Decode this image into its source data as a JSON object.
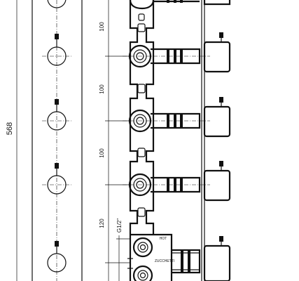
{
  "dimensions": {
    "overall_height": "568",
    "spacing_top": "100",
    "spacing_mid1": "100",
    "spacing_mid2": "100",
    "spacing_bottom": "120",
    "thread": "G1/2\""
  },
  "body_labels": {
    "hot": "HOT",
    "brand": "ZUCCHETTI"
  }
}
